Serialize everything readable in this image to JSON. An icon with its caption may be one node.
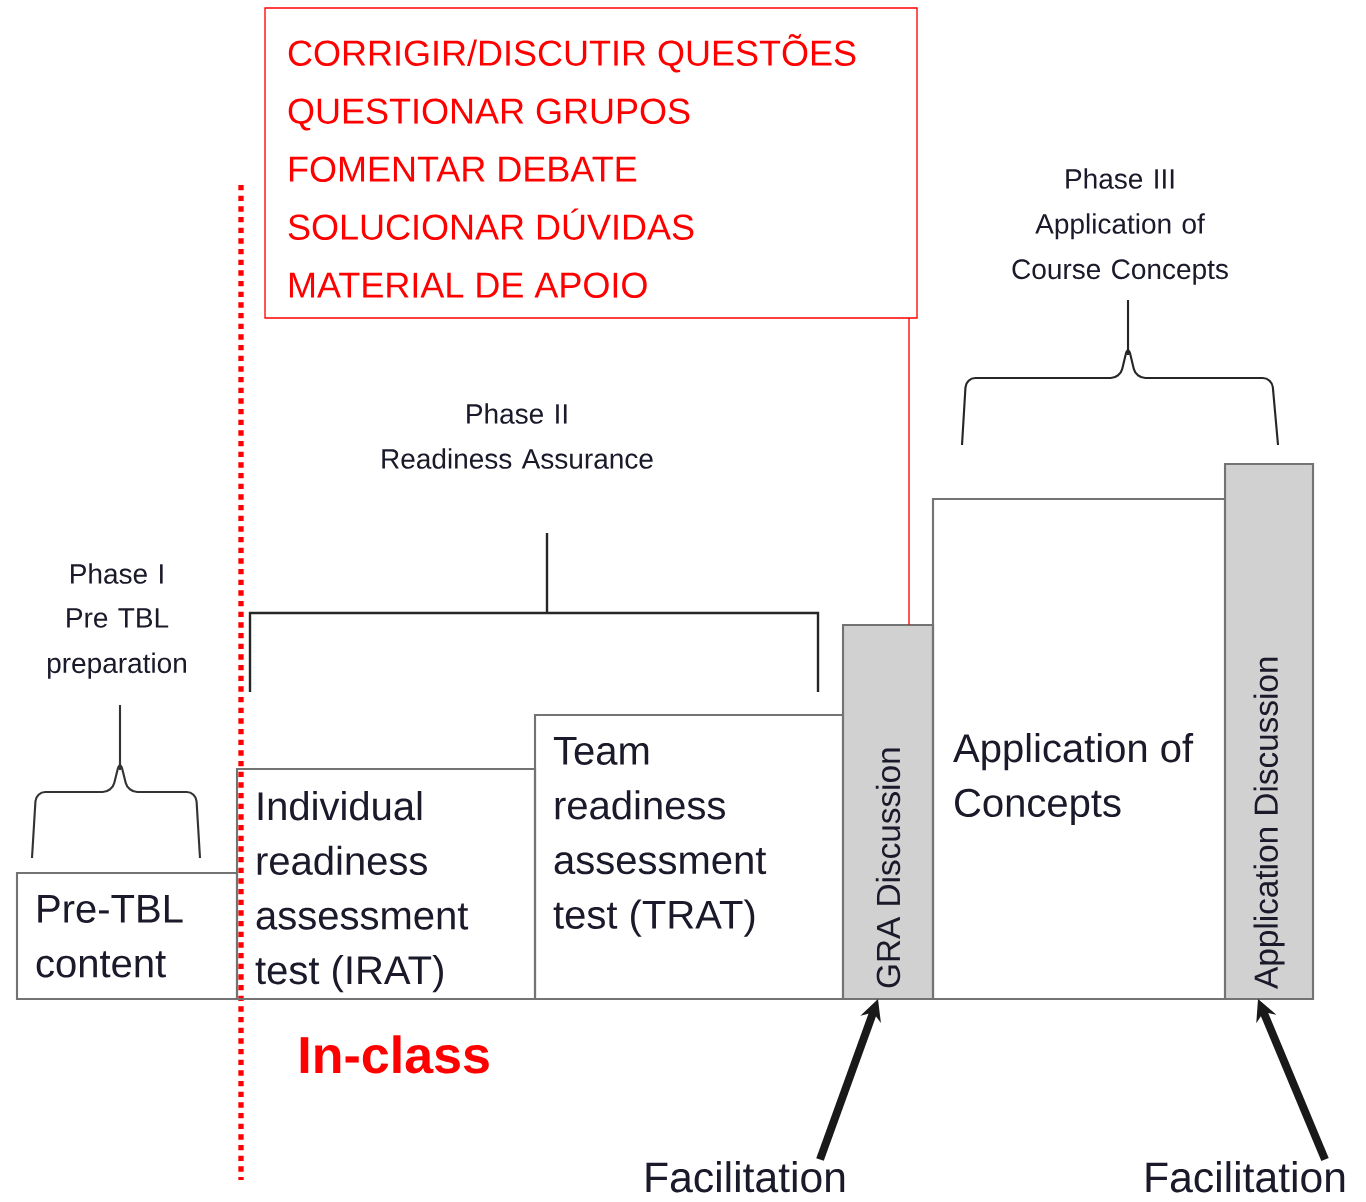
{
  "diagram": {
    "nodes": [
      {
        "text": [
          "CORRIGIR/DISCUTIR QUESTÕES",
          "QUESTIONAR GRUPOS",
          "FOMENTAR DEBATE",
          "SOLUCIONAR DÚVIDAS",
          "MATERIAL DE APOIO"
        ]
      },
      {
        "text": [
          "Pre-TBL content"
        ]
      },
      {
        "text": [
          "Individual readiness assessment test (IRAT)"
        ]
      },
      {
        "text": [
          "Team readiness assessment test (TRAT)"
        ]
      },
      {
        "text": [
          "GRA Discussion"
        ]
      },
      {
        "text": [
          "Application of Concepts"
        ]
      },
      {
        "text": [
          "Application Discussion"
        ]
      },
      {
        "text": [
          "Facilitation"
        ]
      },
      {
        "text": [
          "Facilitation"
        ]
      }
    ],
    "edges": [
      {
        "from": 0,
        "to": 4,
        "arrow": "none",
        "color": "#ff0000"
      },
      {
        "from": 7,
        "to": 4,
        "arrow": "to"
      },
      {
        "from": 8,
        "to": 6,
        "arrow": "to"
      }
    ],
    "labels": [
      "Phase III",
      "Application of Course Concepts",
      "Phase II",
      "Readiness Assurance",
      "Phase I",
      "Pre TBL preparation",
      "In-class"
    ]
  }
}
